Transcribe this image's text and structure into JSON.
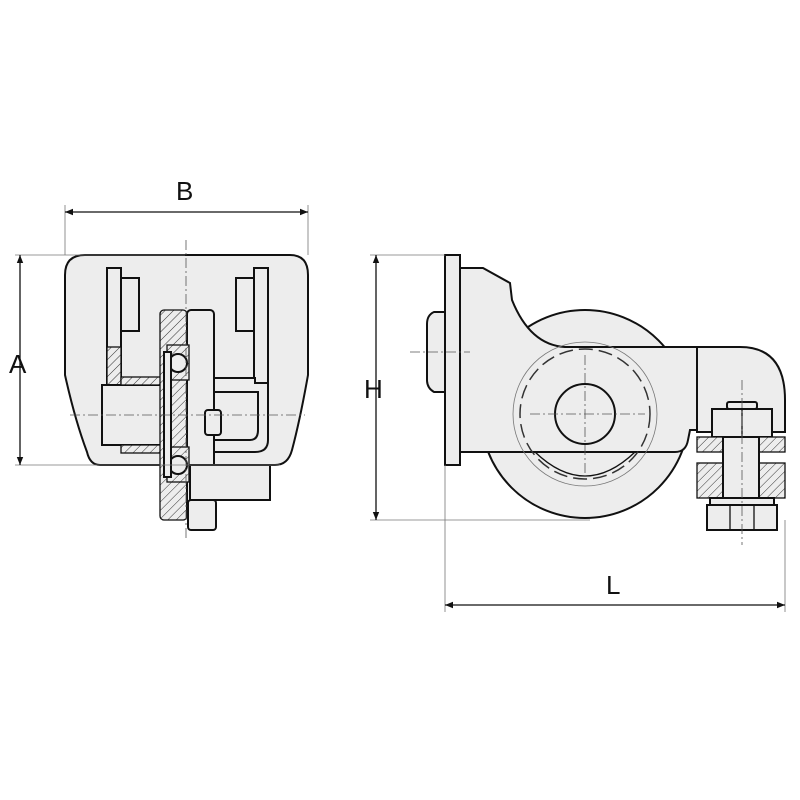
{
  "dimensions": {
    "width_label": "B",
    "height_left_label": "A",
    "height_right_label": "H",
    "length_label": "L"
  },
  "colors": {
    "line": "#111111",
    "fill": "#ededed"
  }
}
